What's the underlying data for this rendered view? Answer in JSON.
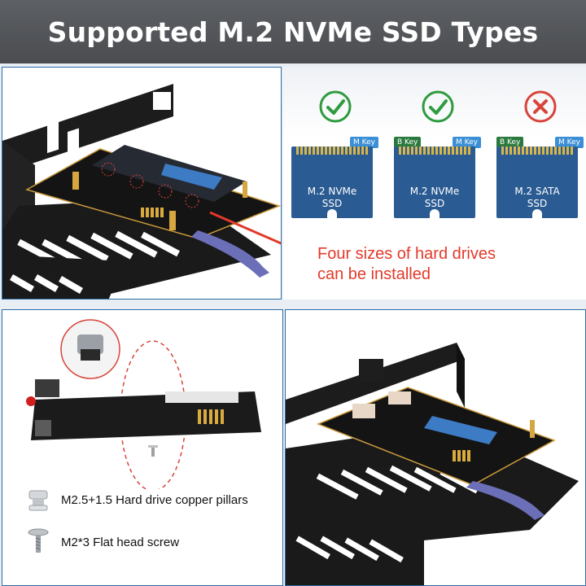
{
  "banner": {
    "title": "Supported M.2 NVMe SSD Types"
  },
  "ssd_types": [
    {
      "name": "M.2 NVMe\nSSD",
      "label_line1": "M.2 NVMe",
      "label_line2": "SSD",
      "keys": [
        "M Key"
      ],
      "supported": true
    },
    {
      "name": "M.2 NVMe\nSSD",
      "label_line1": "M.2 NVMe",
      "label_line2": "SSD",
      "keys": [
        "B Key",
        "M Key"
      ],
      "supported": true
    },
    {
      "name": "M.2 SATA\nSSD",
      "label_line1": "M.2 SATA",
      "label_line2": "SSD",
      "keys": [
        "B Key",
        "M Key"
      ],
      "supported": false
    }
  ],
  "key_labels": {
    "m": "M Key",
    "b": "B Key"
  },
  "annotation": {
    "line1": "Four sizes of hard drives",
    "line2": "can be installed"
  },
  "legend": {
    "pillar": "M2.5+1.5 Hard drive copper pillars",
    "screw": "M2*3  Flat head screw"
  },
  "colors": {
    "supported": "#2e9b3e",
    "unsupported": "#d8443a",
    "ssd_board": "#2a5b92",
    "annotation": "#e23a2a"
  }
}
